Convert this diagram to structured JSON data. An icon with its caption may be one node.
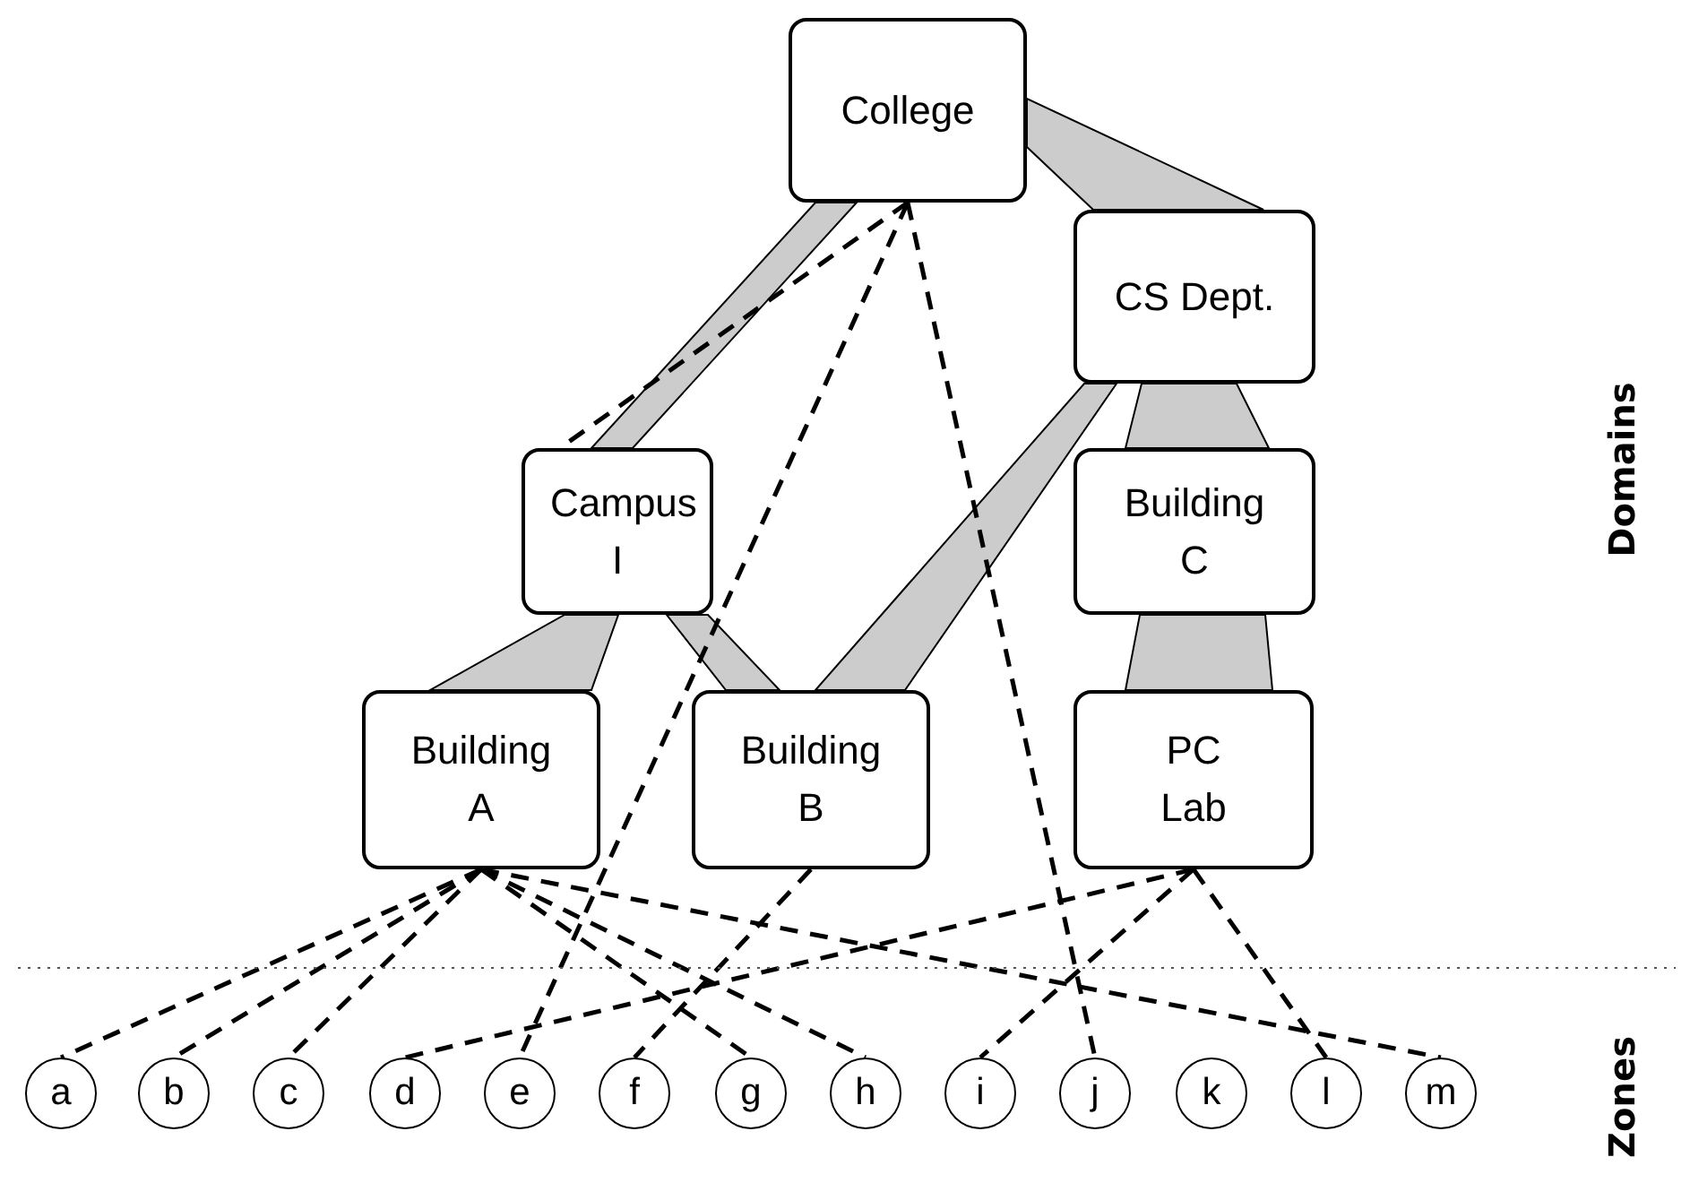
{
  "diagram": {
    "nodes": [
      {
        "text": [
          "College"
        ]
      },
      {
        "text": [
          "CS Dept."
        ]
      },
      {
        "text": [
          "Campus I"
        ]
      },
      {
        "text": [
          "Building C"
        ]
      },
      {
        "text": [
          "Building A"
        ]
      },
      {
        "text": [
          "Building B"
        ]
      },
      {
        "text": [
          "PC Lab"
        ]
      },
      {
        "text": [
          "a"
        ]
      },
      {
        "text": [
          "b"
        ]
      },
      {
        "text": [
          "c"
        ]
      },
      {
        "text": [
          "d"
        ]
      },
      {
        "text": [
          "e"
        ]
      },
      {
        "text": [
          "f"
        ]
      },
      {
        "text": [
          "g"
        ]
      },
      {
        "text": [
          "h"
        ]
      },
      {
        "text": [
          "i"
        ]
      },
      {
        "text": [
          "j"
        ]
      },
      {
        "text": [
          "k"
        ]
      },
      {
        "text": [
          "l"
        ]
      },
      {
        "text": [
          "m"
        ]
      }
    ],
    "edges": [
      {
        "from": 0,
        "to": 2,
        "arrow": "none",
        "style": "thick",
        "color": "#cccccc"
      },
      {
        "from": 0,
        "to": 1,
        "arrow": "none",
        "style": "thick",
        "color": "#cccccc"
      },
      {
        "from": 1,
        "to": 5,
        "arrow": "none",
        "style": "thick",
        "color": "#cccccc"
      },
      {
        "from": 1,
        "to": 3,
        "arrow": "none",
        "style": "thick",
        "color": "#cccccc"
      },
      {
        "from": 3,
        "to": 6,
        "arrow": "none",
        "style": "thick",
        "color": "#cccccc"
      },
      {
        "from": 2,
        "to": 4,
        "arrow": "none",
        "style": "thick",
        "color": "#cccccc"
      },
      {
        "from": 2,
        "to": 5,
        "arrow": "none",
        "style": "thick",
        "color": "#cccccc"
      },
      {
        "from": 0,
        "to": 2,
        "arrow": "none",
        "style": "dashed"
      },
      {
        "from": 0,
        "to": 11,
        "arrow": "none",
        "style": "dashed"
      },
      {
        "from": 0,
        "to": 16,
        "arrow": "none",
        "style": "dashed"
      },
      {
        "from": 4,
        "to": 7,
        "arrow": "none",
        "style": "dashed"
      },
      {
        "from": 4,
        "to": 8,
        "arrow": "none",
        "style": "dashed"
      },
      {
        "from": 4,
        "to": 9,
        "arrow": "none",
        "style": "dashed"
      },
      {
        "from": 4,
        "to": 13,
        "arrow": "none",
        "style": "dashed"
      },
      {
        "from": 4,
        "to": 14,
        "arrow": "none",
        "style": "dashed"
      },
      {
        "from": 4,
        "to": 19,
        "arrow": "none",
        "style": "dashed"
      },
      {
        "from": 5,
        "to": 12,
        "arrow": "none",
        "style": "dashed"
      },
      {
        "from": 6,
        "to": 10,
        "arrow": "none",
        "style": "dashed"
      },
      {
        "from": 6,
        "to": 15,
        "arrow": "none",
        "style": "dashed"
      },
      {
        "from": 6,
        "to": 18,
        "arrow": "none",
        "style": "dashed"
      }
    ],
    "labels": [
      "Domains",
      "Zones"
    ]
  }
}
